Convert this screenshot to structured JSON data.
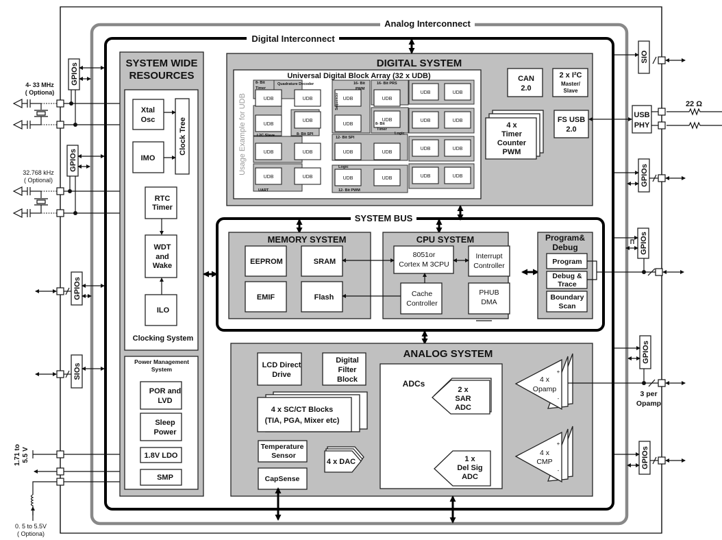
{
  "interconnects": {
    "analog": "Analog Interconnect",
    "digital": "Digital Interconnect",
    "system_bus": "SYSTEM BUS"
  },
  "external": {
    "xtal_freq": "4- 33 MHz",
    "xtal_opt": "( Optiona)",
    "rtc_freq": "32.768  kHz",
    "rtc_opt": "( Optional)",
    "vdd_range_1": "1.71 to",
    "vdd_range_2": "5.5 V",
    "boost_range": "0. 5 to 5.5V",
    "boost_opt": "( Optiona)",
    "resistor": "22 Ω",
    "opamp_pins_1": "3 per",
    "opamp_pins_2": "Opamp"
  },
  "io": {
    "gpio": "GPIOs",
    "sio": "SIOs",
    "sio_single": "SIO",
    "usb_phy_1": "USB",
    "usb_phy_2": "PHY"
  },
  "system_wide": {
    "title_1": "SYSTEM WIDE",
    "title_2": "RESOURCES",
    "xtal_1": "Xtal",
    "xtal_2": "Osc",
    "clock_tree": "Clock Tree",
    "imo": "IMO",
    "rtc_1": "RTC",
    "rtc_2": "Timer",
    "wdt_1": "WDT",
    "wdt_2": "and",
    "wdt_3": "Wake",
    "ilo": "ILO",
    "clocking": "Clocking System",
    "pm_1": "Power Management",
    "pm_2": "System",
    "por_1": "POR and",
    "por_2": "LVD",
    "sleep_1": "Sleep",
    "sleep_2": "Power",
    "ldo": "1.8V LDO",
    "smp": "SMP"
  },
  "digital": {
    "title": "DIGITAL SYSTEM",
    "udb_array": "Universal Digital Block Array (32 x UDB)",
    "usage": "Usage Example for UDB",
    "udb": "UDB",
    "labels": {
      "timer8_1": "8- Bit",
      "timer8_2": "Timer",
      "quad": "Quadrature Decoder",
      "sequencer": "Sequencer",
      "pwm16_1": "16- Bit",
      "pwm16_2": "PWM",
      "prs16": "16- Bit PRS",
      "i2c": "I 2C Slave",
      "spi8": "8- Bit SPI",
      "spi12": "12- Bit SPI",
      "logic": "Logic",
      "uart": "UART",
      "pwm12": "12- Bit PWM"
    },
    "can_1": "CAN",
    "can_2": "2.0",
    "i2c_1": "2 x I²C",
    "i2c_2": "Master/",
    "i2c_3": "Slave",
    "tcpwm_1": "4 x",
    "tcpwm_2": "Timer",
    "tcpwm_3": "Counter",
    "tcpwm_4": "PWM",
    "usb_1": "FS USB",
    "usb_2": "2.0"
  },
  "memory": {
    "title": "MEMORY SYSTEM",
    "eeprom": "EEPROM",
    "sram": "SRAM",
    "emif": "EMIF",
    "flash": "Flash"
  },
  "cpu": {
    "title": "CPU SYSTEM",
    "core_1": "8051or",
    "core_2": "Cortex M 3CPU",
    "irq_1": "Interrupt",
    "irq_2": "Controller",
    "cache_1": "Cache",
    "cache_2": "Controller",
    "phub_1": "PHUB",
    "phub_2": "DMA"
  },
  "debug": {
    "title_1": "Program&",
    "title_2": "Debug",
    "program": "Program",
    "dbg_1": "Debug &",
    "dbg_2": "Trace",
    "bscan_1": "Boundary",
    "bscan_2": "Scan"
  },
  "analog": {
    "title": "ANALOG SYSTEM",
    "lcd_1": "LCD Direct",
    "lcd_2": "Drive",
    "dfb_1": "Digital",
    "dfb_2": "Filter",
    "dfb_3": "Block",
    "sc_1": "4 x SC/CT Blocks",
    "sc_2": "(TIA, PGA,  Mixer etc)",
    "temp_1": "Temperature",
    "temp_2": "Sensor",
    "capsense": "CapSense",
    "dac": "4 x DAC",
    "adcs": "ADCs",
    "sar_1": "2 x",
    "sar_2": "SAR",
    "sar_3": "ADC",
    "delsig_1": "1 x",
    "delsig_2": "Del Sig",
    "delsig_3": "ADC",
    "opamp_1": "4 x",
    "opamp_2": "Opamp",
    "cmp_1": "4 x",
    "cmp_2": "CMP",
    "plus": "+",
    "minus": "-"
  }
}
